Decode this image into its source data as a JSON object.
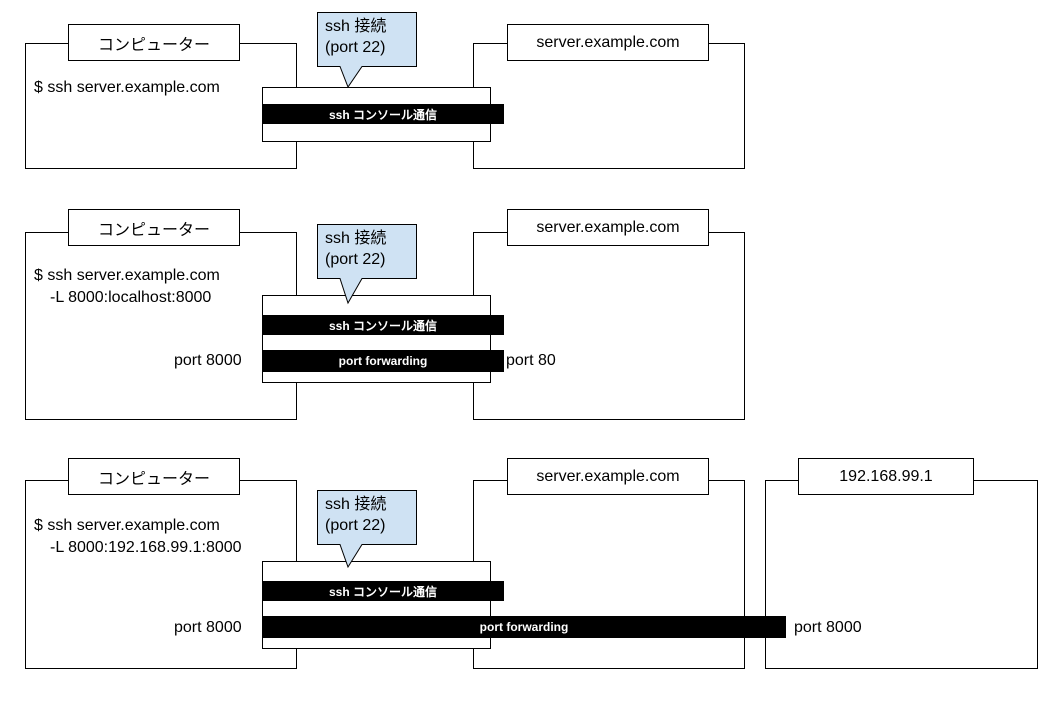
{
  "diagrams": [
    {
      "computer_label": "コンピューター",
      "command_lines": [
        "$ ssh server.example.com"
      ],
      "server_label": "server.example.com",
      "callout_lines": [
        "ssh 接続",
        "(port 22)"
      ],
      "ssh_bar_label": "ssh コンソール通信"
    },
    {
      "computer_label": "コンピューター",
      "command_lines": [
        "$ ssh server.example.com",
        "-L 8000:localhost:8000"
      ],
      "server_label": "server.example.com",
      "callout_lines": [
        "ssh 接続",
        "(port 22)"
      ],
      "ssh_bar_label": "ssh コンソール通信",
      "forward_bar_label": "port forwarding",
      "left_port": "port 8000",
      "right_port": "port 80"
    },
    {
      "computer_label": "コンピューター",
      "command_lines": [
        "$ ssh server.example.com",
        "-L 8000:192.168.99.1:8000"
      ],
      "server_label": "server.example.com",
      "remote_label": "192.168.99.1",
      "callout_lines": [
        "ssh 接続",
        "(port 22)"
      ],
      "ssh_bar_label": "ssh コンソール通信",
      "forward_bar_label": "port forwarding",
      "left_port": "port 8000",
      "right_port": "port 8000"
    }
  ],
  "colors": {
    "callout_fill": "#cfe2f3",
    "bar": "#000000"
  }
}
